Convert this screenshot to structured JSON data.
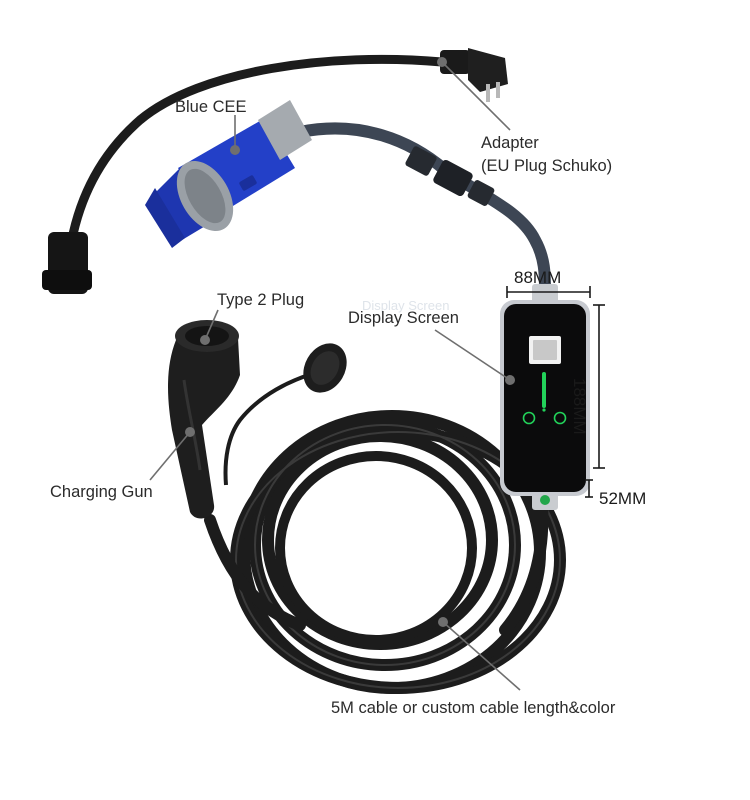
{
  "labels": {
    "blue_cee": "Blue CEE",
    "adapter_line1": "Adapter",
    "adapter_line2": "(EU Plug Schuko)",
    "type2_plug": "Type 2 Plug",
    "display_screen": "Display Screen",
    "display_screen_ghost": "Display Screen",
    "charging_gun": "Charging Gun",
    "cable": "5M cable or custom cable length&color"
  },
  "dimensions": {
    "width": "88MM",
    "height": "188MM",
    "depth": "52MM"
  },
  "colors": {
    "cable_black": "#1c1c1c",
    "cee_blue": "#2340c8",
    "cee_grey": "#9aa0a6",
    "hose_slate": "#3d4654",
    "screen_green": "#22d25a",
    "pointer_grey": "#6f6f6f"
  }
}
